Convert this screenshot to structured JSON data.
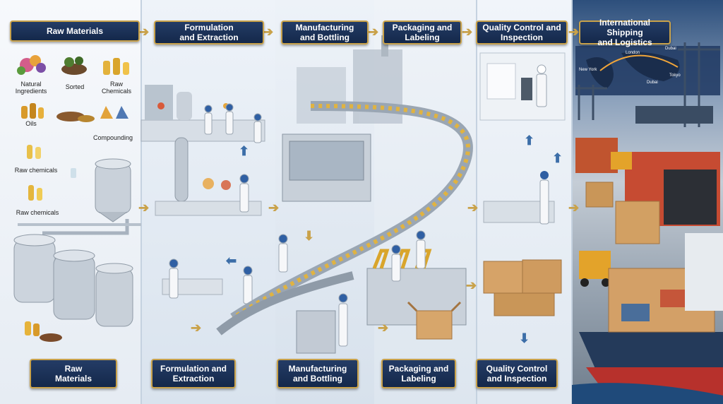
{
  "top_labels": [
    "Raw Materials",
    "Formulation\nand Extraction",
    "Manufacturing\nand Bottling",
    "Packaging and\nLabeling",
    "Quality Control and\nInspection",
    "International Shipping\nand Logistics"
  ],
  "bottom_labels": [
    "Raw\nMaterials",
    "Formulation and\nExtraction",
    "Manufacturing\nand Bottling",
    "Packaging and\nLabeling",
    "Quality Control\nand Inspection"
  ],
  "raw_captions": {
    "natural": "Natural\nIngredients",
    "sorted": "Sorted",
    "raw_chem_1": "Raw\nChemicals",
    "oils": "Oils",
    "compounding": "Compounding",
    "raw_chem_2": "Raw chemicals",
    "raw_chem_3": "Raw chemicals"
  },
  "map_cities": [
    "London",
    "Dubai",
    "New York",
    "Tokyo",
    "Dubai"
  ],
  "colors": {
    "label_bg": "#1c3358",
    "label_border": "#c9a24a",
    "flow_arrow": "#c9a24a",
    "qc_arrow": "#3c6ea8"
  }
}
